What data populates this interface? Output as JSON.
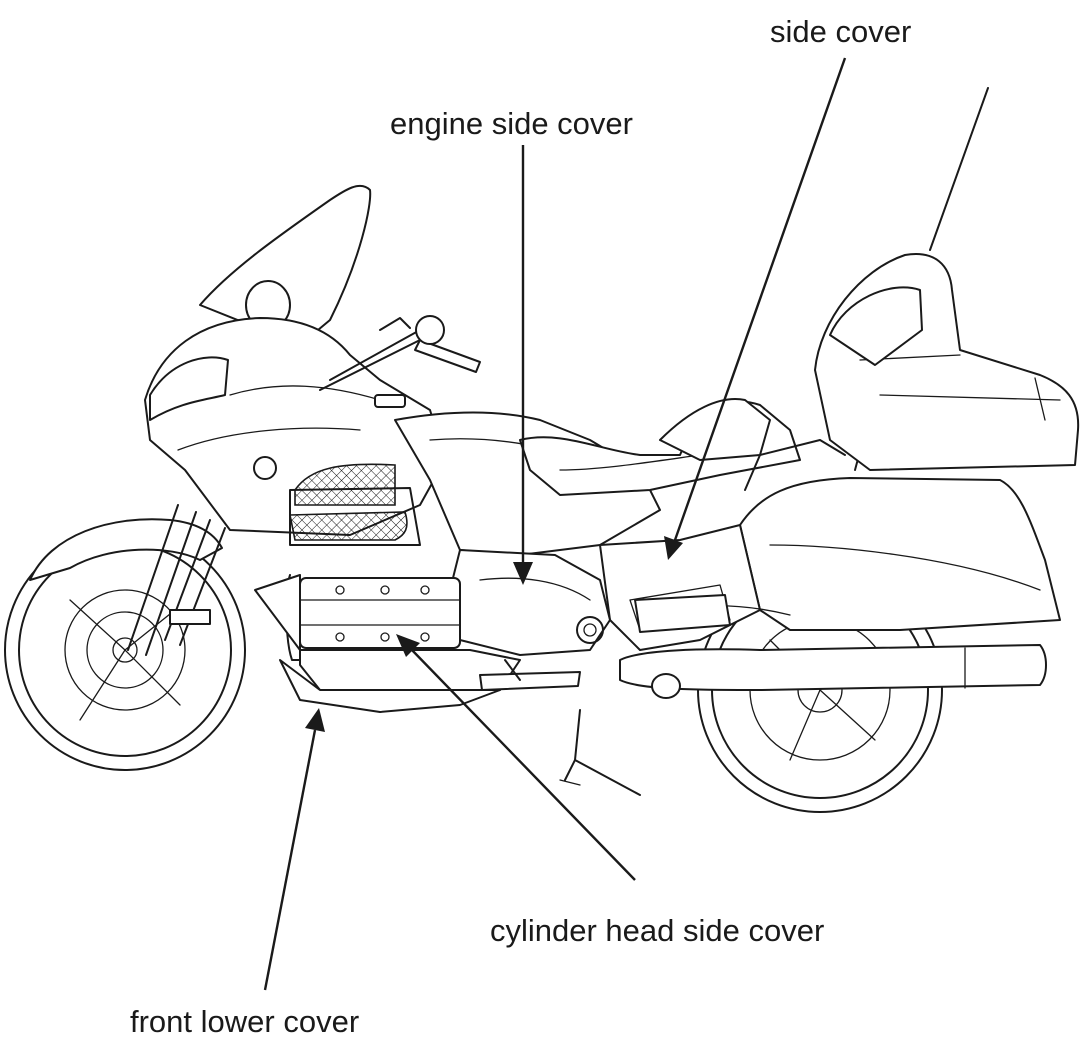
{
  "callouts": {
    "side_cover": "side cover",
    "engine_side_cover": "engine side cover",
    "cylinder_head_side_cover": "cylinder head side cover",
    "front_lower_cover": "front lower cover"
  },
  "colors": {
    "line": "#1a1a1a",
    "background": "#ffffff"
  }
}
